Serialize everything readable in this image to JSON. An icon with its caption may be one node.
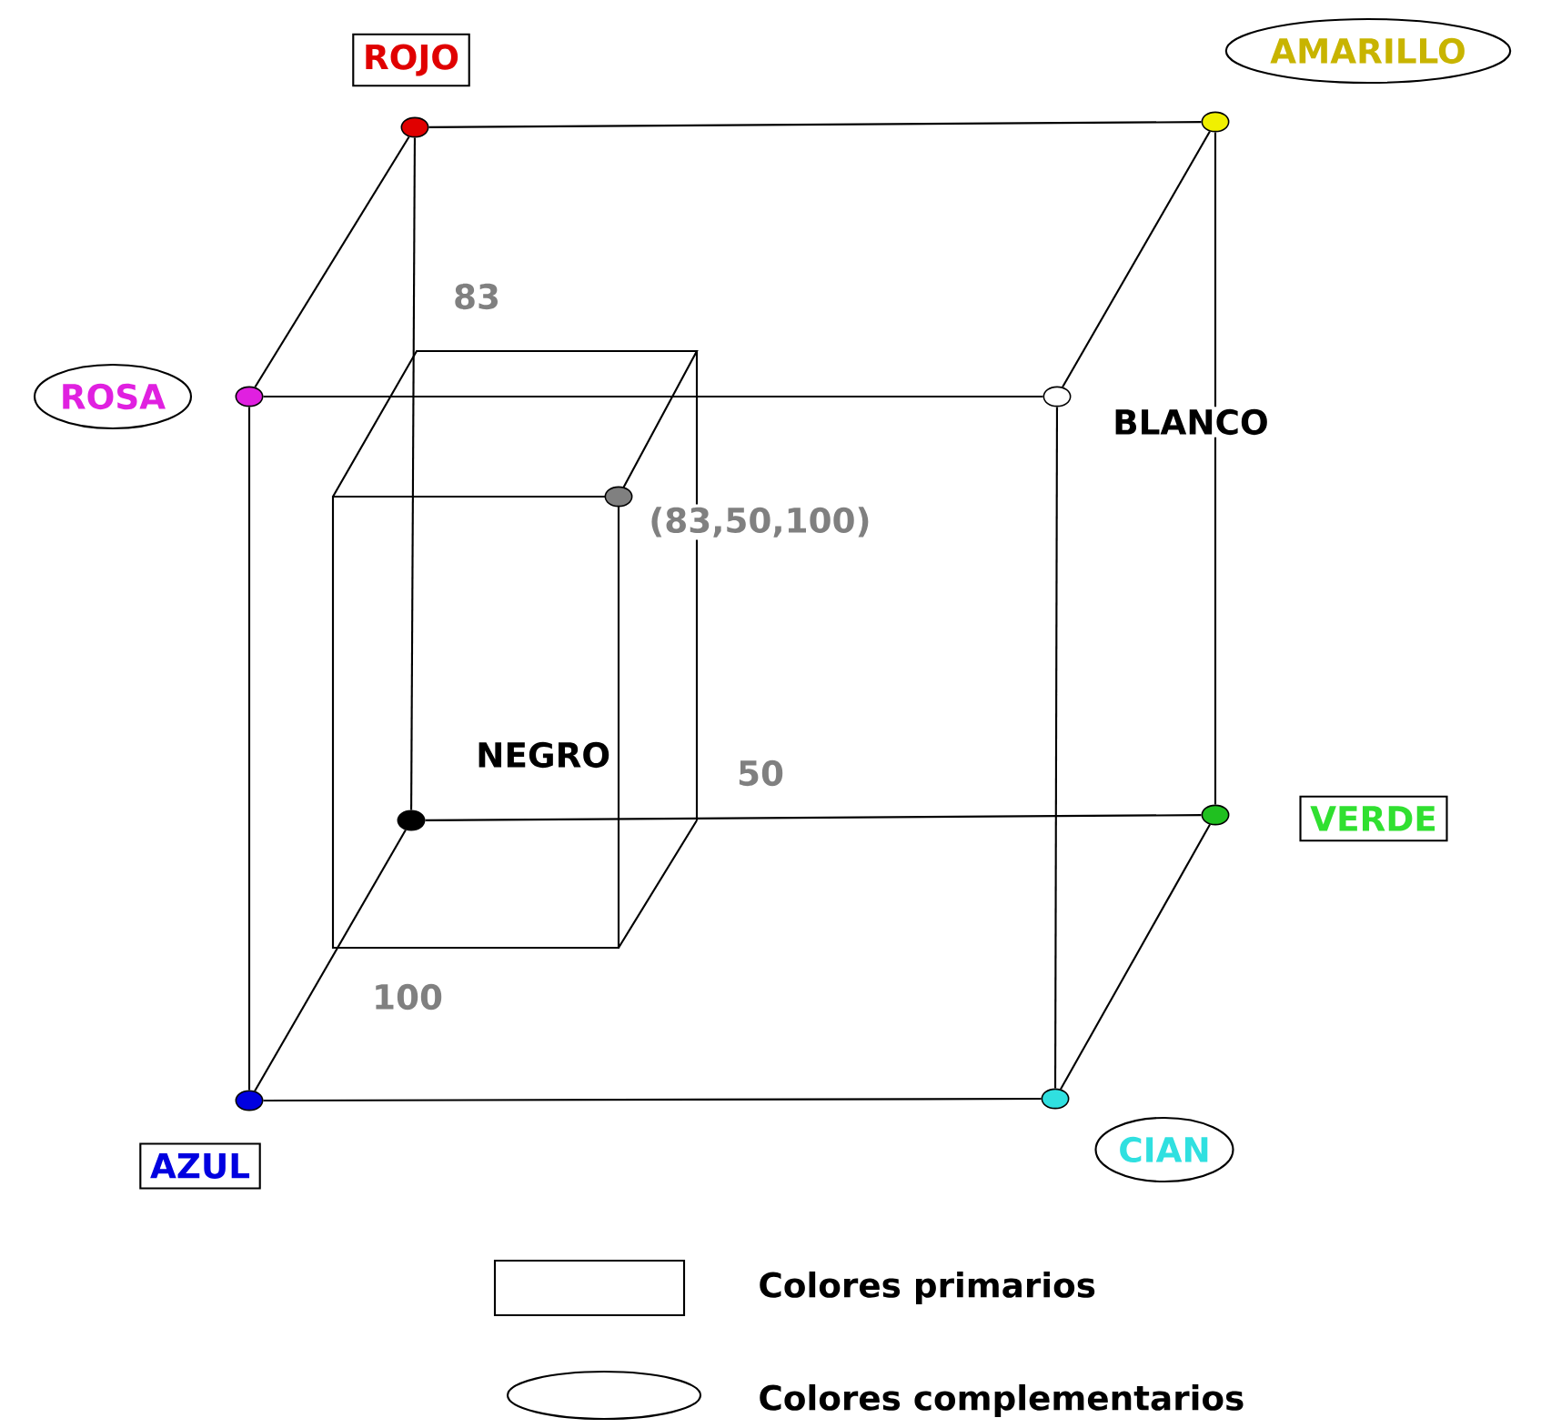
{
  "diagram": {
    "nodes": [
      {
        "text": [
          "ROJO"
        ]
      },
      {
        "text": [
          "AMARILLO"
        ]
      },
      {
        "text": [],
        "shape": "circle"
      },
      {
        "text": [],
        "shape": "circle"
      },
      {
        "text": [
          "ROSA"
        ]
      },
      {
        "text": [],
        "shape": "circle"
      },
      {
        "text": [],
        "shape": "circle",
        "beside": [
          "BLANCO"
        ]
      },
      {
        "text": [],
        "shape": "circle",
        "beside": [
          "(83,50,100)"
        ]
      },
      {
        "text": [],
        "shape": "circle",
        "beside": [
          "NEGRO"
        ]
      },
      {
        "text": [],
        "shape": "circle"
      },
      {
        "text": [
          "VERDE"
        ]
      },
      {
        "text": [],
        "shape": "circle"
      },
      {
        "text": [],
        "shape": "circle"
      },
      {
        "text": [
          "AZUL"
        ]
      },
      {
        "text": [
          "CIAN"
        ]
      }
    ],
    "edges": [
      {
        "from": 2,
        "to": 3,
        "arrow": "none"
      },
      {
        "from": 2,
        "to": 5,
        "arrow": "none"
      },
      {
        "from": 2,
        "to": 8,
        "arrow": "none"
      },
      {
        "from": 3,
        "to": 6,
        "arrow": "none"
      },
      {
        "from": 3,
        "to": 9,
        "arrow": "none"
      },
      {
        "from": 5,
        "to": 6,
        "arrow": "none"
      },
      {
        "from": 5,
        "to": 11,
        "arrow": "none"
      },
      {
        "from": 6,
        "to": 12,
        "arrow": "none"
      },
      {
        "from": 8,
        "to": 9,
        "arrow": "none"
      },
      {
        "from": 8,
        "to": 11,
        "arrow": "none"
      },
      {
        "from": 9,
        "to": 12,
        "arrow": "none"
      },
      {
        "from": 11,
        "to": 12,
        "arrow": "none"
      }
    ],
    "labels": [
      "83",
      "50",
      "100"
    ],
    "legend": [
      {
        "text": "Colores primarios"
      },
      {
        "text": "Colores complementarios"
      }
    ]
  }
}
